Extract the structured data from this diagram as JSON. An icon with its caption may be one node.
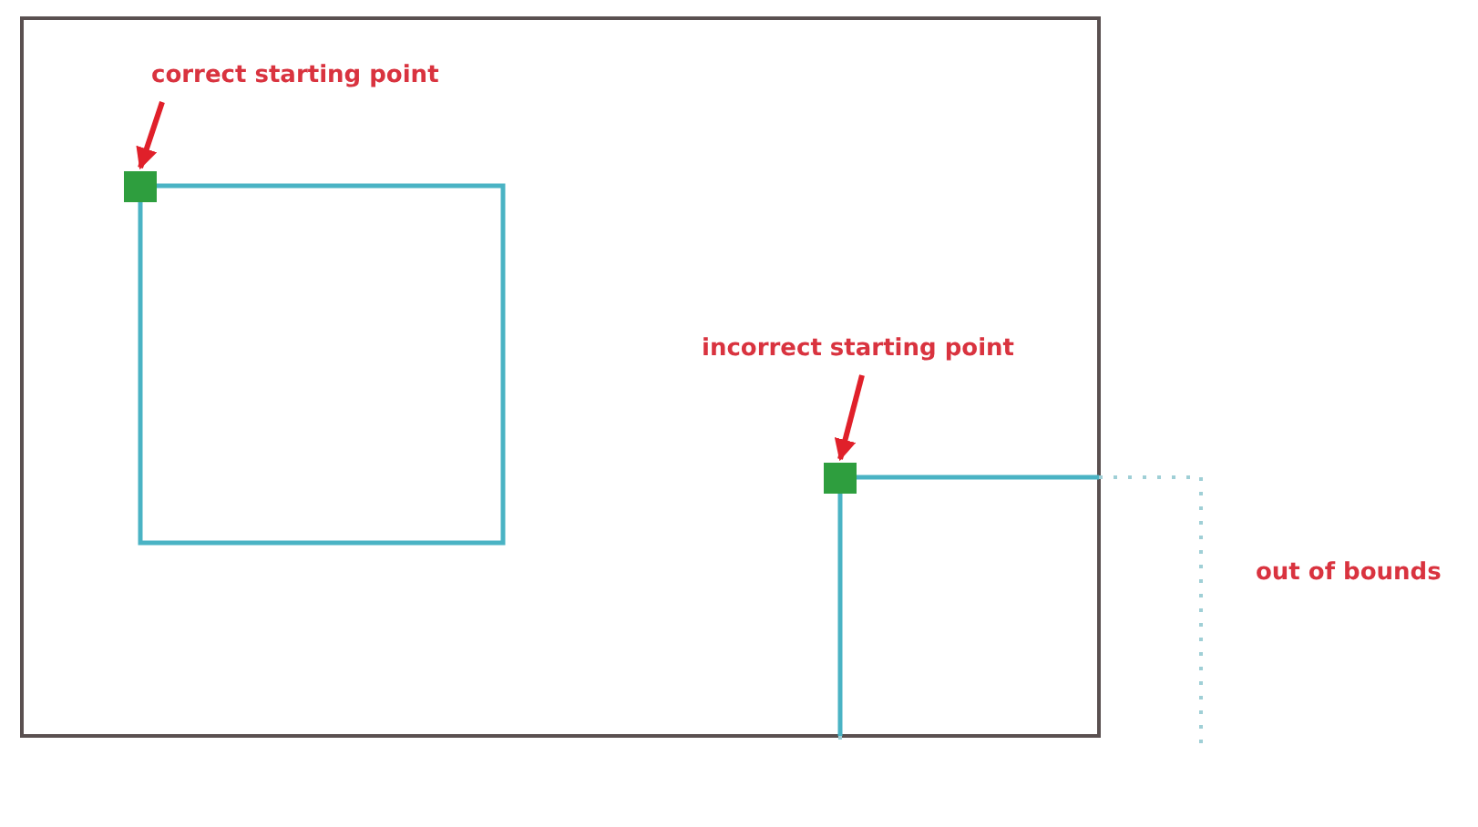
{
  "diagram": {
    "nodes": [
      {
        "text": [
          "correct starting point"
        ]
      },
      {
        "text": [],
        "shape": "box"
      },
      {
        "text": [
          "incorrect starting point"
        ]
      },
      {
        "text": [],
        "shape": "box"
      }
    ],
    "edges": [
      {
        "from": 0,
        "to": 1,
        "arrow": "to"
      },
      {
        "from": 2,
        "to": 3,
        "arrow": "to"
      }
    ],
    "labels": [
      "out of bounds"
    ]
  }
}
